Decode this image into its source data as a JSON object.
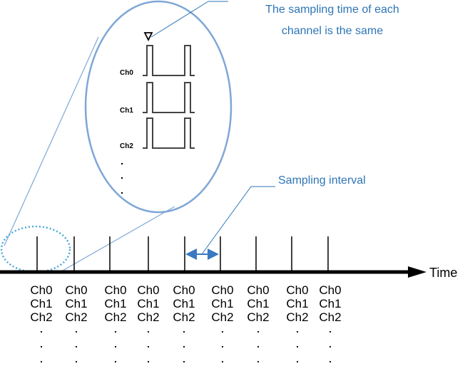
{
  "annotations": {
    "sampling_same_line1": "The sampling time of each",
    "sampling_same_line2": "channel is the same",
    "sampling_interval": "Sampling interval"
  },
  "inset": {
    "channels": [
      "Ch0",
      "Ch1",
      "Ch2"
    ],
    "continuation": "..."
  },
  "timeline": {
    "axis_label": "Time",
    "sample_groups": [
      [
        "Ch0",
        "Ch1",
        "Ch2"
      ],
      [
        "Ch0",
        "Ch1",
        "Ch2"
      ],
      [
        "Ch0",
        "Ch1",
        "Ch2"
      ],
      [
        "Ch0",
        "Ch1",
        "Ch2"
      ],
      [
        "Ch0",
        "Ch1",
        "Ch2"
      ],
      [
        "Ch0",
        "Ch1",
        "Ch2"
      ],
      [
        "Ch0",
        "Ch1",
        "Ch2"
      ],
      [
        "Ch0",
        "Ch1",
        "Ch2"
      ],
      [
        "Ch0",
        "Ch1",
        "Ch2"
      ]
    ]
  },
  "colors": {
    "ellipse": "#7fa7d6",
    "annotation_text": "#2e75b6",
    "dotted_circle": "#4aa8d8",
    "interval_arrow": "#3a78c2"
  }
}
